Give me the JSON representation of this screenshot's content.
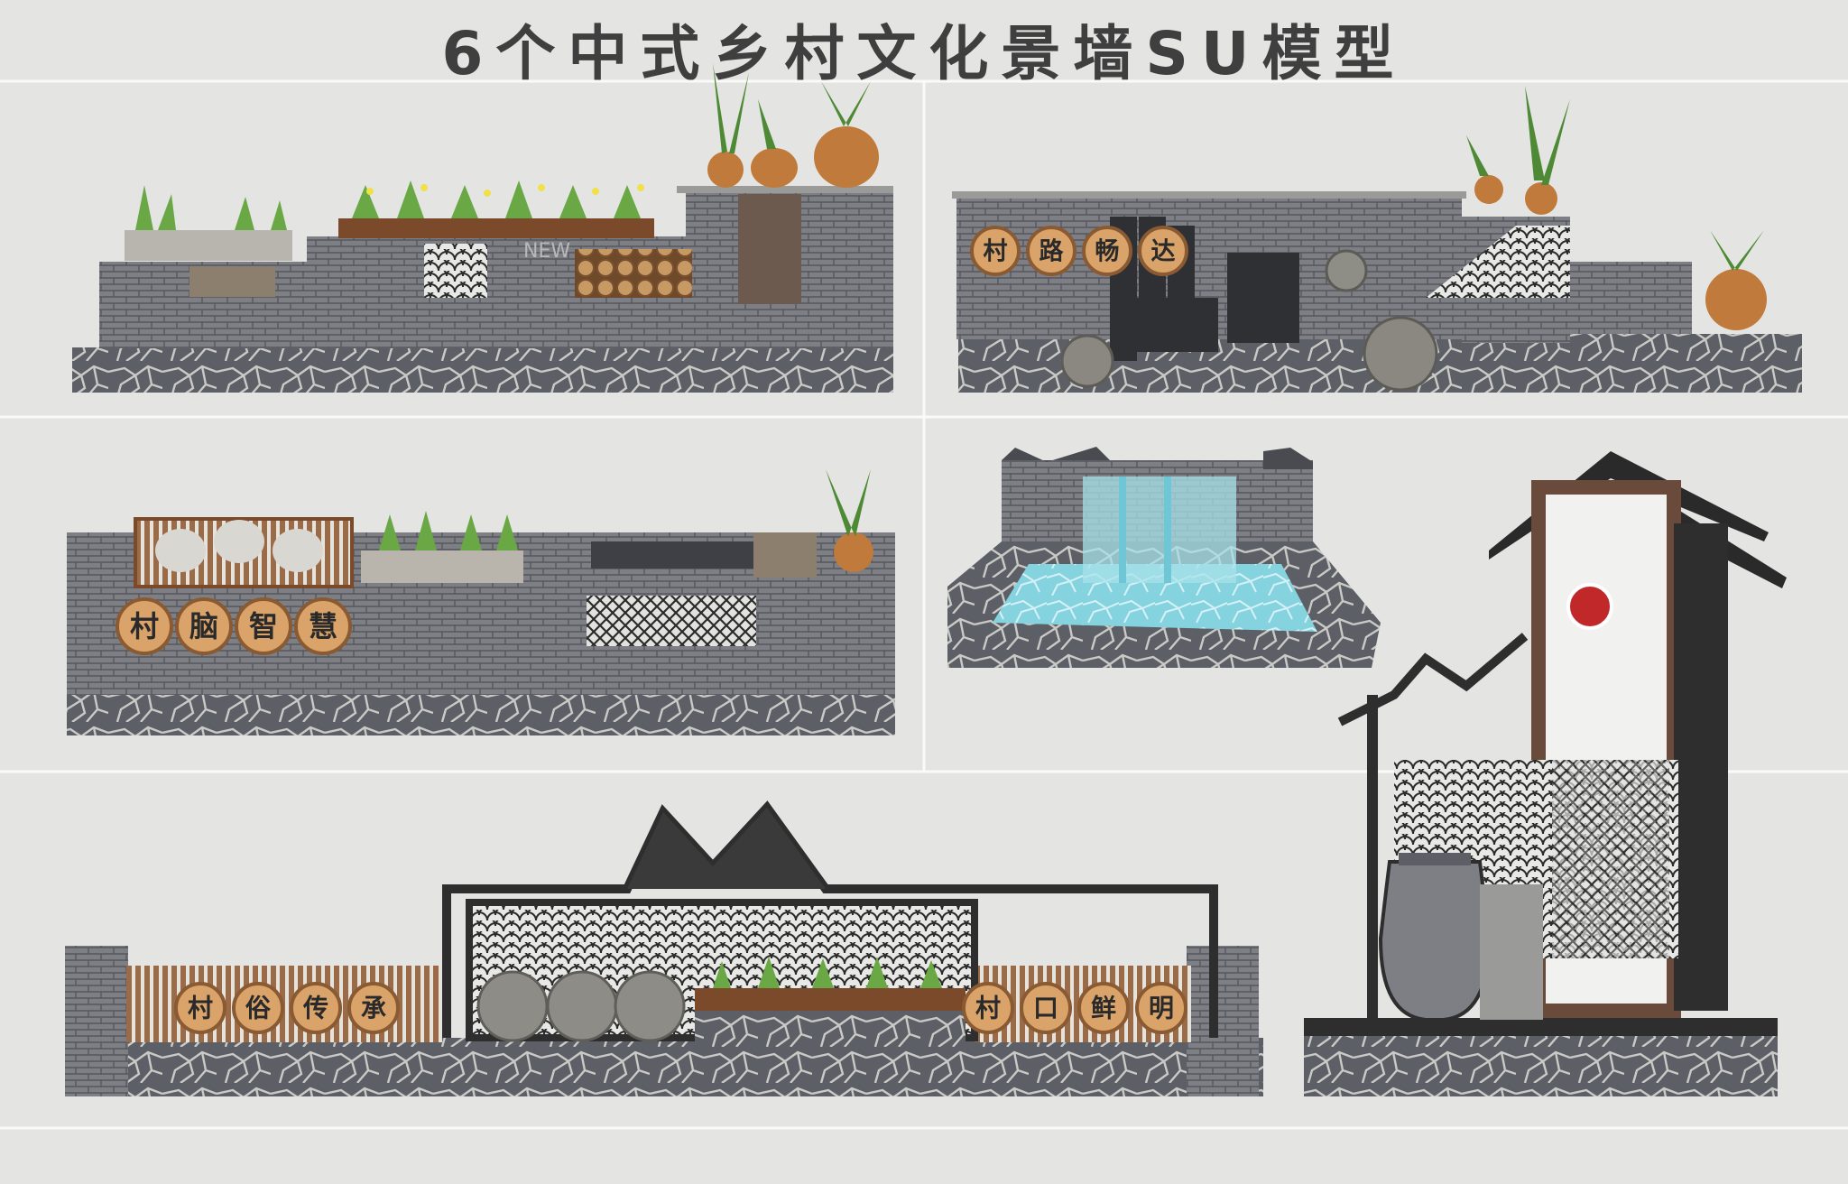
{
  "title": "6个中式乡村文化景墙SU模型",
  "walls": [
    {
      "id": 1,
      "plaque_chars": []
    },
    {
      "id": 2,
      "plaque_chars": [
        "村",
        "路",
        "畅",
        "达"
      ]
    },
    {
      "id": 3,
      "plaque_chars": [
        "村",
        "脑",
        "智",
        "慧"
      ]
    },
    {
      "id": 4,
      "plaque_chars": []
    },
    {
      "id": 5,
      "plaque_chars": [
        "村",
        "俗",
        "传",
        "承"
      ],
      "plaque_chars_right": [
        "村",
        "口",
        "鲜",
        "明"
      ]
    },
    {
      "id": 6,
      "plaque_chars": []
    }
  ],
  "watermark": "NEW",
  "colors": {
    "background": "#e4e5e2",
    "brick": "#7d7f84",
    "stone": "#5f6066",
    "wood": "#8b5a36",
    "plaque": "#d9a36a",
    "pot": "#c07a3c",
    "water": "#7fd0df",
    "roof": "#2a2a2a"
  }
}
